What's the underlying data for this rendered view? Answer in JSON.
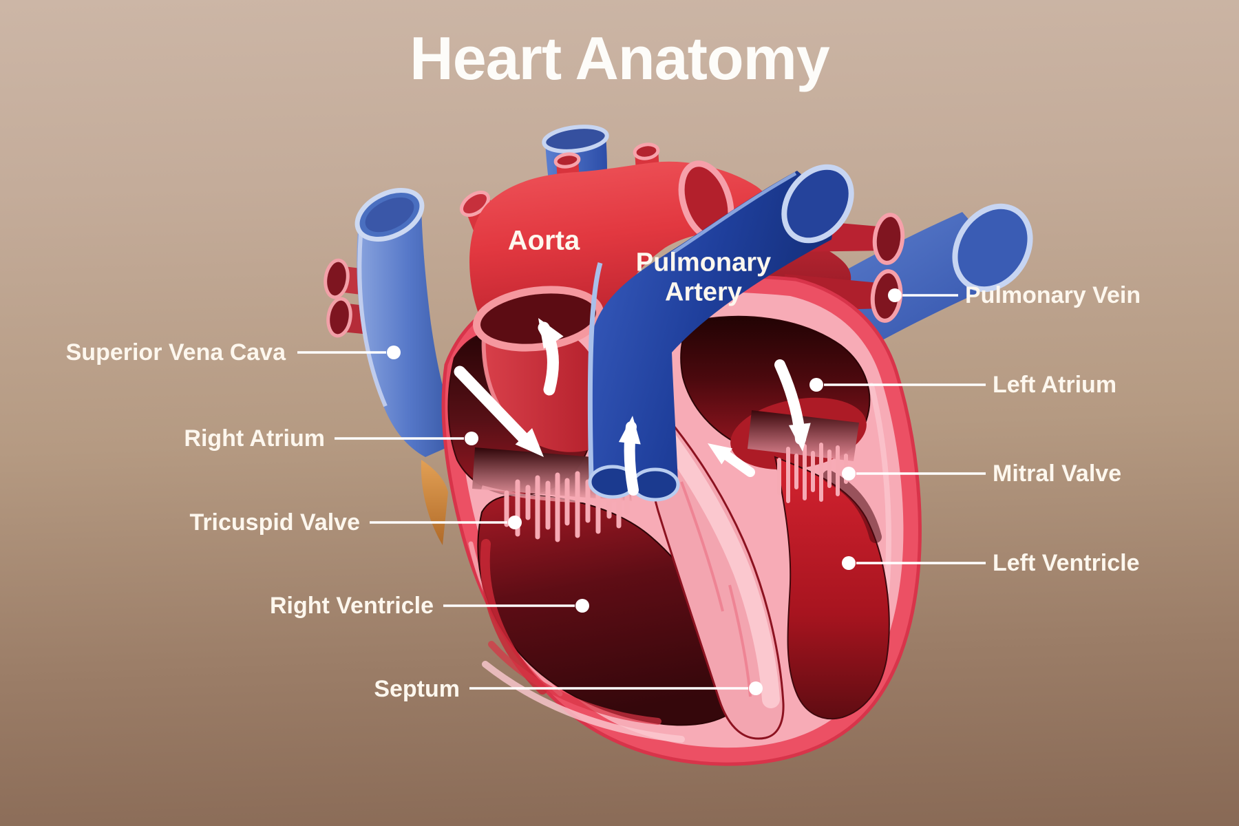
{
  "title": "Heart Anatomy",
  "colors": {
    "background_top": "#ccb6a6",
    "background_bottom": "#886955",
    "artery_red": "#e23840",
    "vein_blue": "#2c4da8",
    "pulmonary_artery_dark_blue": "#1f3f9c",
    "heart_wall_outer_red": "#ec5064",
    "heart_wall_inner_pink": "#f7abb6",
    "chamber_dark_maroon": "#4a0a10",
    "ventricle_bright_red": "#d42330",
    "pulmonary_vein_red": "#b92231",
    "leader_line_white": "#ffffff",
    "label_text": "#fdf7ee"
  },
  "diagram": {
    "internal_labels": [
      {
        "id": "aorta",
        "text": "Aorta"
      },
      {
        "id": "pulmonary-artery",
        "text": "Pulmonary Artery"
      }
    ],
    "labels_left": [
      {
        "id": "superior-vena-cava",
        "text": "Superior Vena Cava"
      },
      {
        "id": "right-atrium",
        "text": "Right Atrium"
      },
      {
        "id": "tricuspid-valve",
        "text": "Tricuspid Valve"
      },
      {
        "id": "right-ventricle",
        "text": "Right Ventricle"
      },
      {
        "id": "septum",
        "text": "Septum"
      }
    ],
    "labels_right": [
      {
        "id": "pulmonary-vein",
        "text": "Pulmonary Vein"
      },
      {
        "id": "left-atrium",
        "text": "Left Atrium"
      },
      {
        "id": "mitral-valve",
        "text": "Mitral Valve"
      },
      {
        "id": "left-ventricle",
        "text": "Left Ventricle"
      }
    ]
  }
}
